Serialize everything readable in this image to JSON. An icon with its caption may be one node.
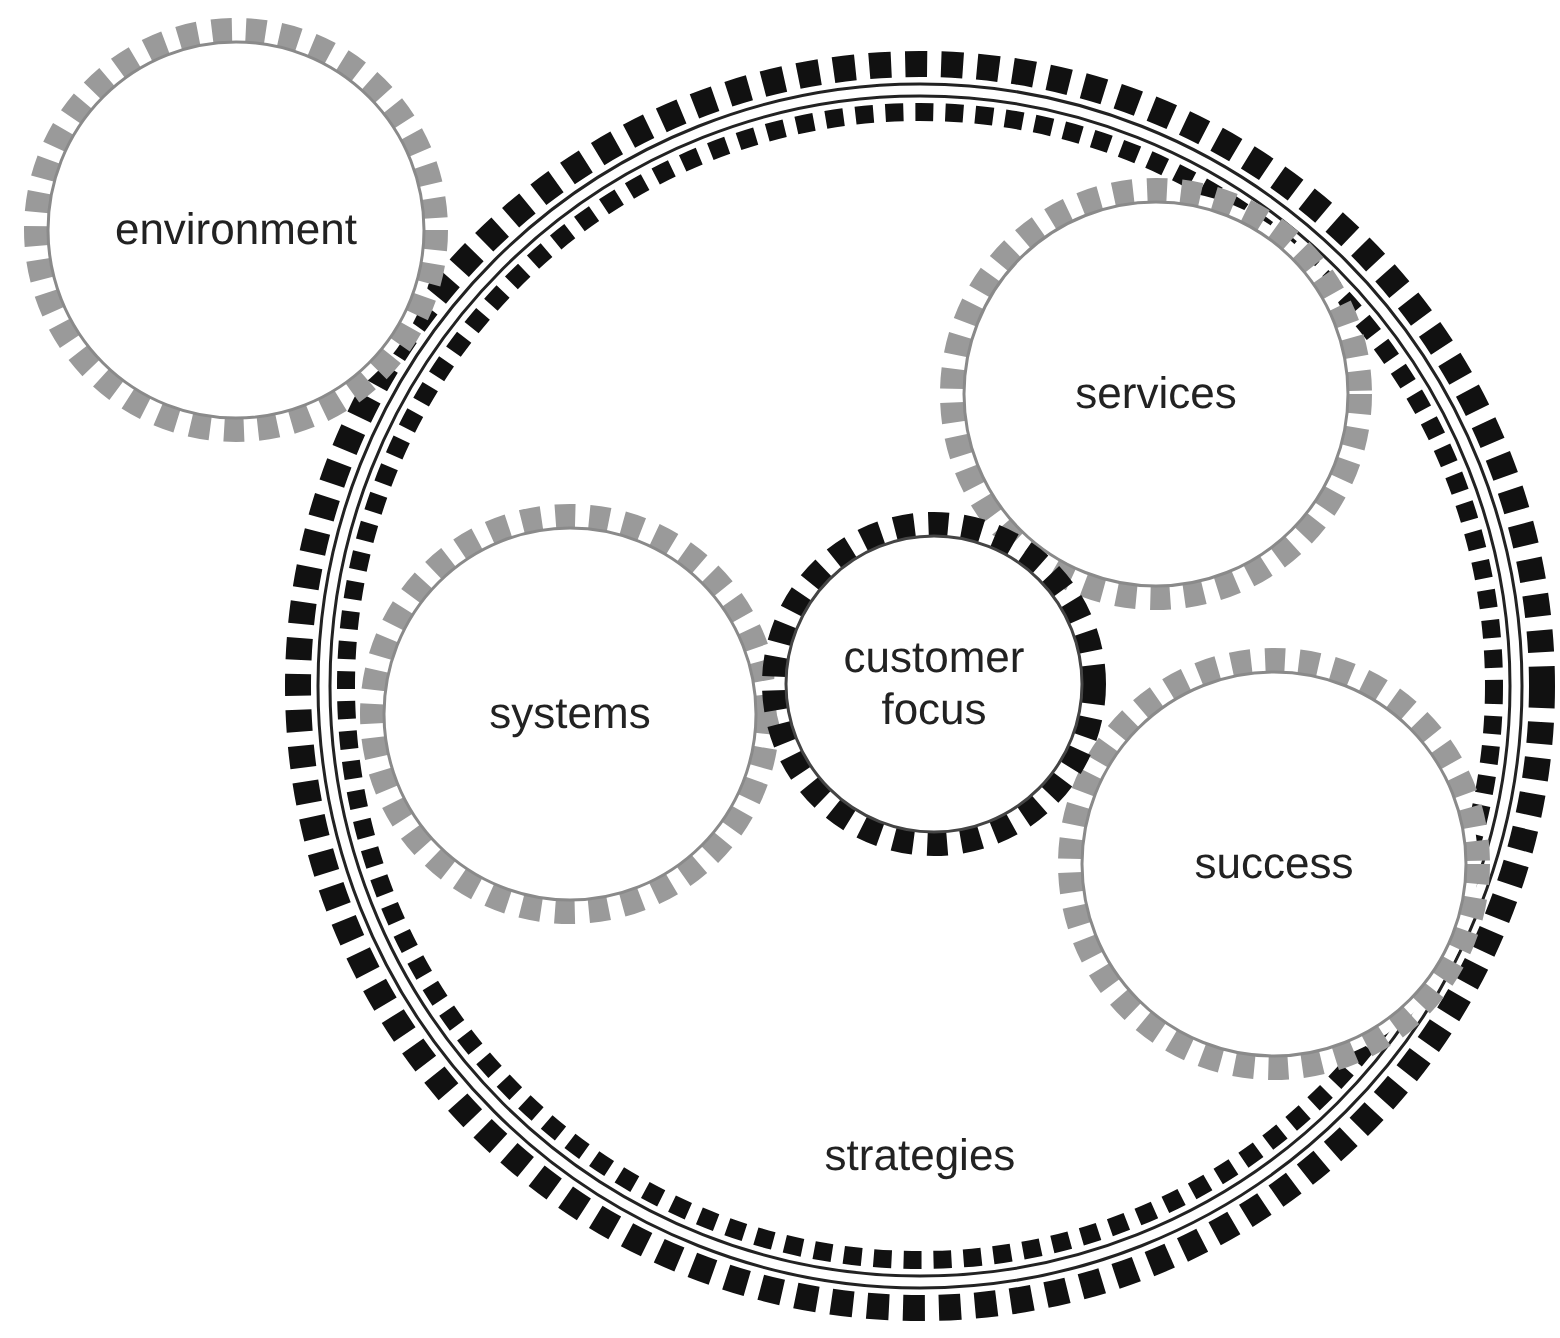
{
  "diagram": {
    "nodes": [
      {
        "text": [
          "environment"
        ]
      },
      {
        "text": [
          "strategies"
        ]
      },
      {
        "text": [
          "services"
        ],
        "in": 1
      },
      {
        "text": [
          "systems"
        ],
        "in": 1
      },
      {
        "text": [
          "customer focus"
        ],
        "in": 1
      },
      {
        "text": [
          "success"
        ],
        "in": 1
      }
    ]
  }
}
